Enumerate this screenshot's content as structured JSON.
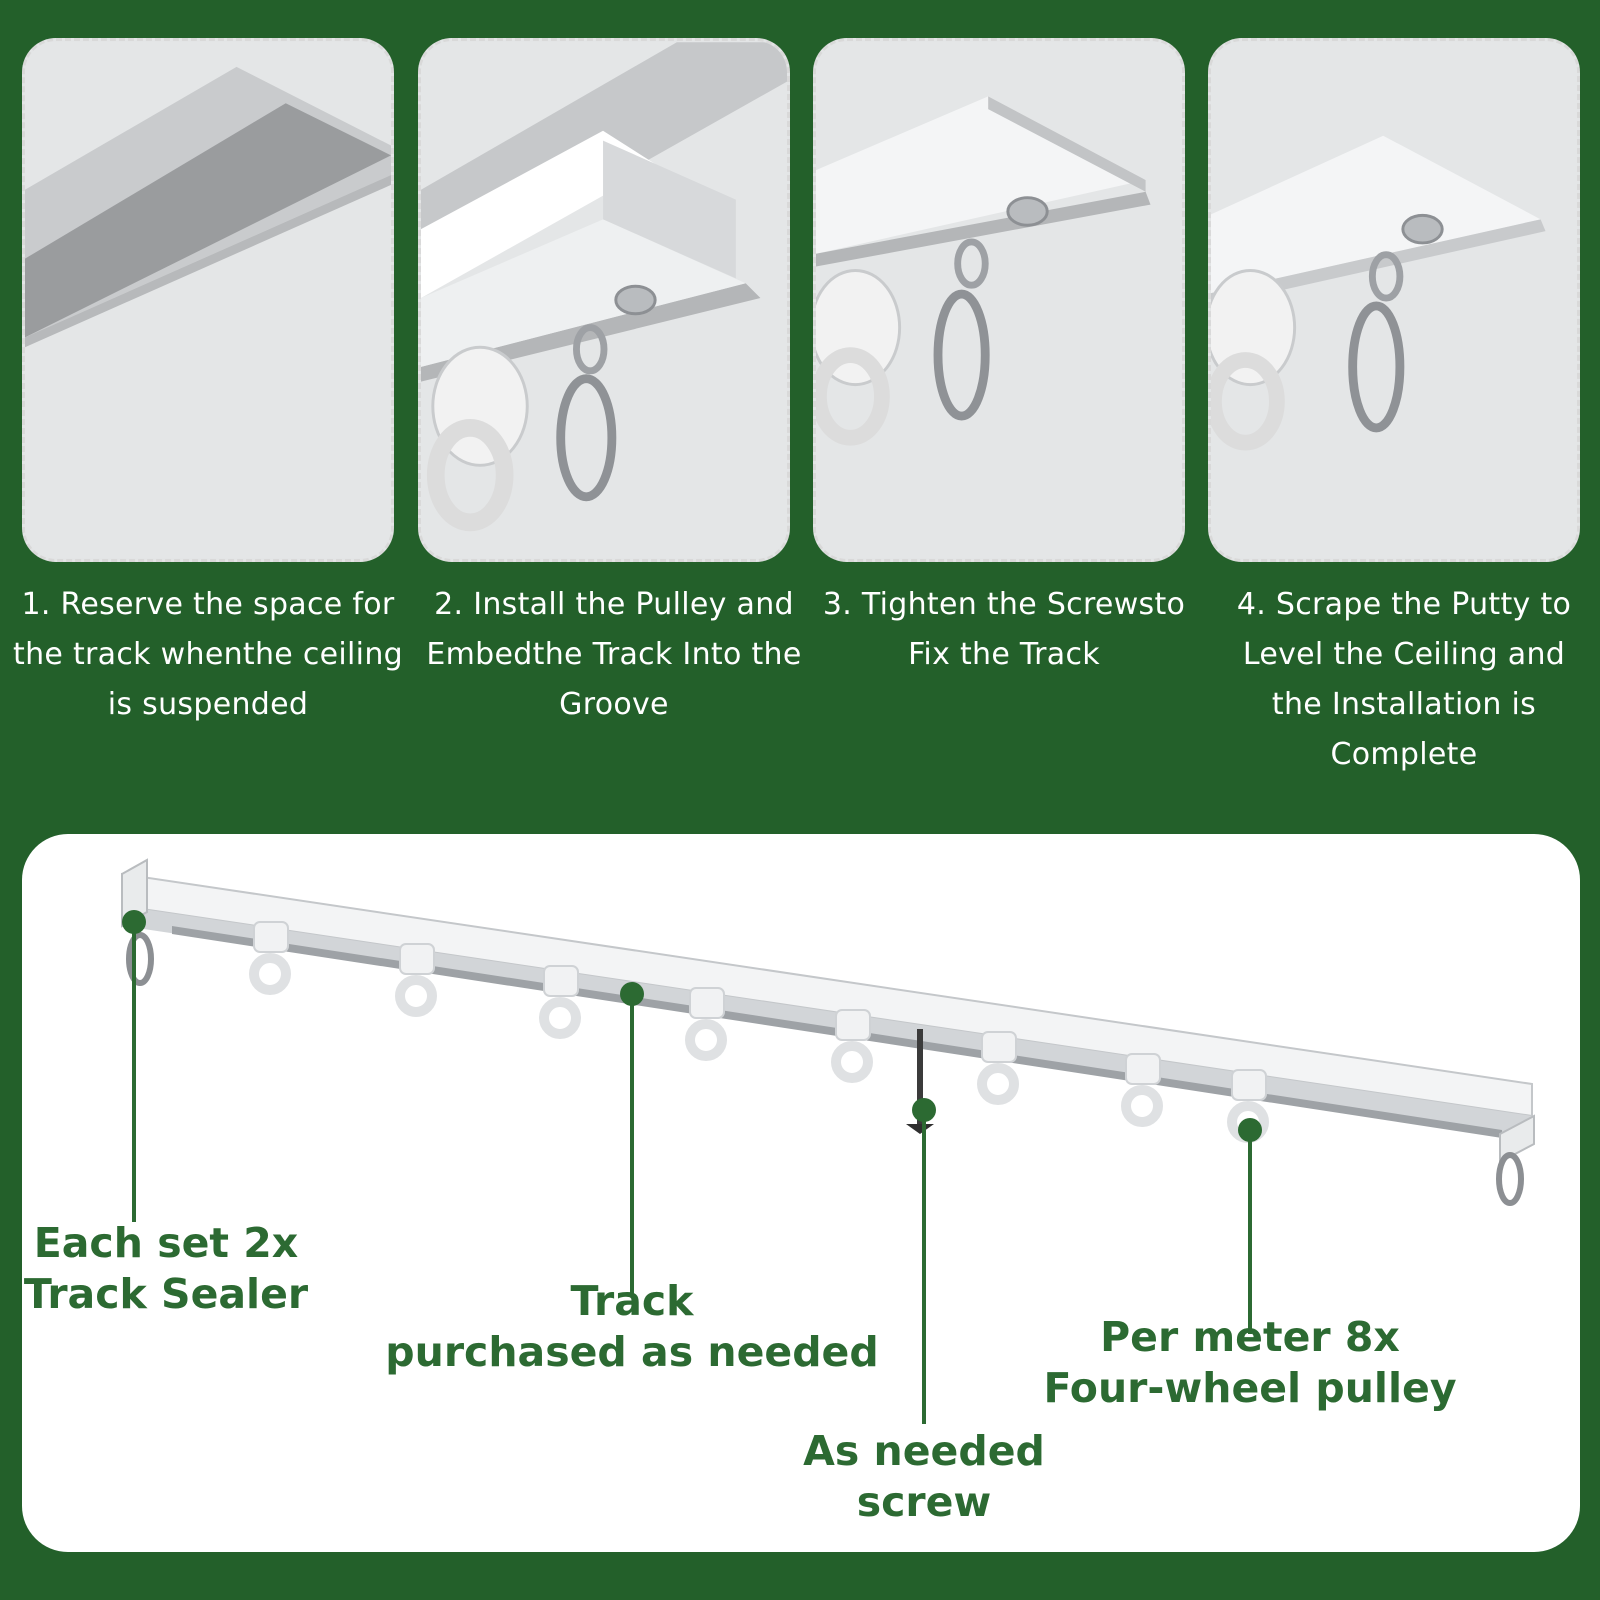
{
  "steps": [
    {
      "number": "1.",
      "lines": [
        "Reserve the space for",
        "the track whenthe ceiling",
        "is suspended"
      ]
    },
    {
      "number": "2.",
      "lines": [
        "Install the Pulley and",
        "Embedthe Track Into the",
        "Groove"
      ]
    },
    {
      "number": "3.",
      "lines": [
        "Tighten the Screwsto",
        "Fix the Track"
      ]
    },
    {
      "number": "4.",
      "lines": [
        "Scrape the Putty to",
        "Level the Ceiling and",
        "the Installation is",
        "Complete"
      ]
    }
  ],
  "parts": {
    "sealer": {
      "line1": "Each set 2x",
      "line2": "Track Sealer"
    },
    "track": {
      "line1": "Track",
      "line2": "purchased as needed"
    },
    "screw": {
      "line1": "As needed",
      "line2": "screw"
    },
    "pulley": {
      "line1": "Per meter 8x",
      "line2": "Four-wheel pulley"
    }
  },
  "colors": {
    "background": "#23602a",
    "label_green": "#2c6a32",
    "card_fill": "#e3e5e6",
    "dashed_border": "#d9d9d9"
  }
}
